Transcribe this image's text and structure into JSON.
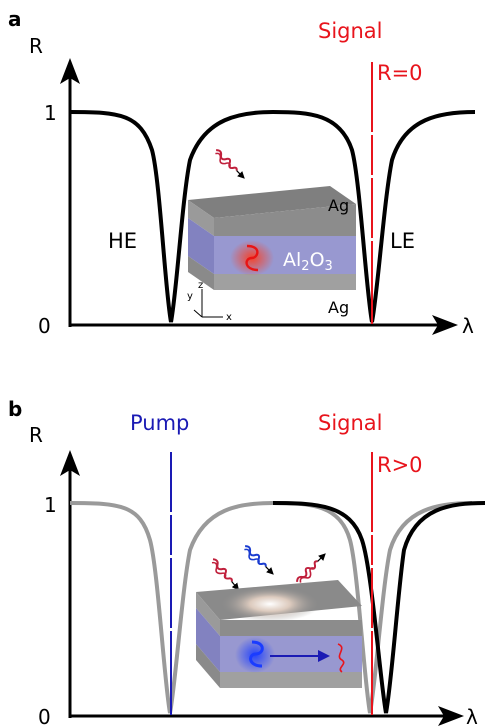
{
  "panel_a": {
    "letter": "a",
    "y_axis_label": "R",
    "x_axis_label": "λ",
    "tick_1": "1",
    "tick_0": "0",
    "signal_label": "Signal",
    "signal_annotation": "R=0",
    "left_dip_label": "HE",
    "right_dip_label": "LE",
    "layer_top": "Ag",
    "layer_middle_main": "Al",
    "layer_middle_sub": "2",
    "layer_middle_tail": "O",
    "layer_middle_sub2": "3",
    "layer_bottom": "Ag",
    "axes_z": "z",
    "axes_y": "y",
    "axes_x": "x"
  },
  "panel_b": {
    "letter": "b",
    "y_axis_label": "R",
    "x_axis_label": "λ",
    "tick_1": "1",
    "tick_0": "0",
    "pump_label": "Pump",
    "signal_label": "Signal",
    "signal_annotation": "R>0"
  },
  "colors": {
    "signal": "#e8141c",
    "pump": "#1a1ab4",
    "curve": "#000000",
    "curve_before": "#999999",
    "dielectric": "#8c8cc8",
    "metal": "#8c8c8c"
  }
}
